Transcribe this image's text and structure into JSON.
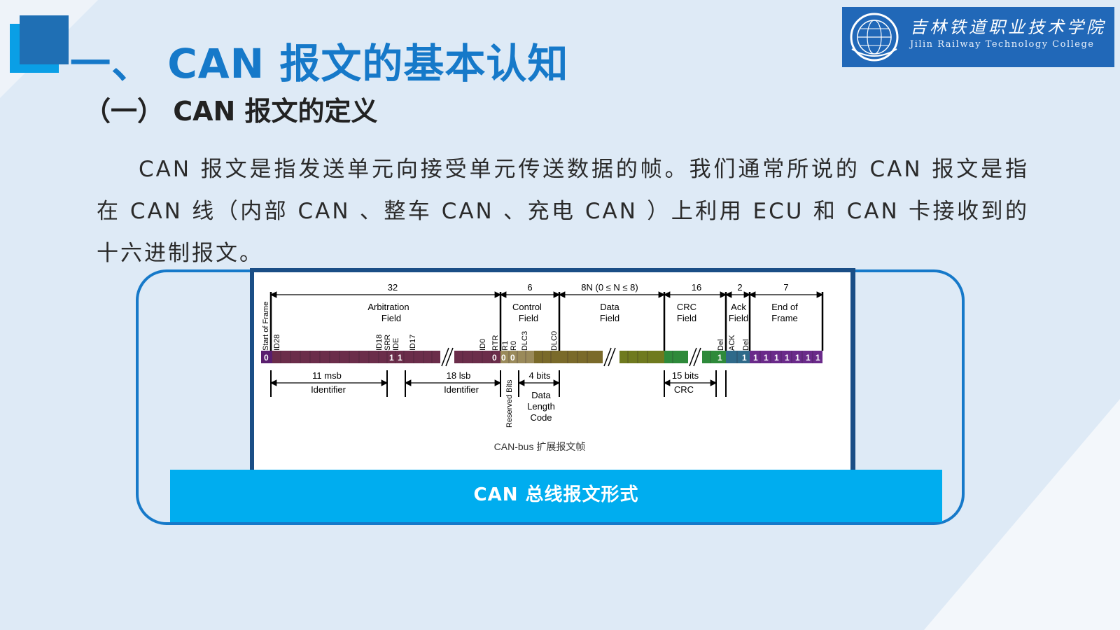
{
  "slide": {
    "title": "一、 CAN 报文的基本认知",
    "subtitle": "（一） CAN 报文的定义",
    "body": "CAN 报文是指发送单元向接受单元传送数据的帧。我们通常所说的 CAN 报文是指在 CAN 线（内部 CAN 、整车 CAN 、充电 CAN ）上利用 ECU 和 CAN 卡接收到的十六进制报文。",
    "caption": "CAN 总线报文形式"
  },
  "logo": {
    "name_cn": "吉林铁道职业技术学院",
    "name_en": "Jilin Railway Technology College"
  },
  "diagram": {
    "caption": "CAN-bus 扩展报文帧",
    "fields": [
      {
        "count": "32",
        "name1": "Arbitration",
        "name2": "Field"
      },
      {
        "count": "6",
        "name1": "Control",
        "name2": "Field"
      },
      {
        "count": "8N (0 ≤ N ≤ 8)",
        "name1": "Data",
        "name2": "Field"
      },
      {
        "count": "16",
        "name1": "CRC",
        "name2": "Field"
      },
      {
        "count": "2",
        "name1": "Ack",
        "name2": "Field"
      },
      {
        "count": "7",
        "name1": "End of",
        "name2": "Frame"
      }
    ],
    "bit_labels": {
      "sof": "Start of Frame",
      "id28": "ID28",
      "id18": "ID18",
      "srr": "SRR",
      "ide": "IDE",
      "id17": "ID17",
      "id0": "ID0",
      "rtr": "RTR",
      "r1": "R1",
      "r0": "R0",
      "dlc3": "DLC3",
      "dlc0": "DLC0",
      "crc_del": "Del",
      "ack": "ACK",
      "ack_del": "Del"
    },
    "bit_values": {
      "sof": "0",
      "srr": "1",
      "ide": "1",
      "rtr": "0",
      "r1": "0",
      "r0": "0",
      "crc_del": "1",
      "ack_del": "1",
      "eof": [
        "1",
        "1",
        "1",
        "1",
        "1",
        "1",
        "1"
      ]
    },
    "sub": {
      "id_msb_bits": "11 msb",
      "id_msb_name": "Identifier",
      "id_lsb_bits": "18 lsb",
      "id_lsb_name": "Identifier",
      "reserved": "Reserved Bits",
      "dlc_bits": "4 bits",
      "dlc_name1": "Data",
      "dlc_name2": "Length",
      "dlc_name3": "Code",
      "crc_bits": "15 bits",
      "crc_name": "CRC"
    }
  },
  "colors": {
    "title": "#1679c9",
    "caption_bar": "#00adef",
    "frame_border": "#1679c9",
    "arbitration": "#6b2d4a",
    "control": "#7a6a2a",
    "data": "#6f7a1e",
    "crc": "#2e8a3a",
    "ack": "#2f6a8a",
    "eof": "#6a2a8a"
  }
}
